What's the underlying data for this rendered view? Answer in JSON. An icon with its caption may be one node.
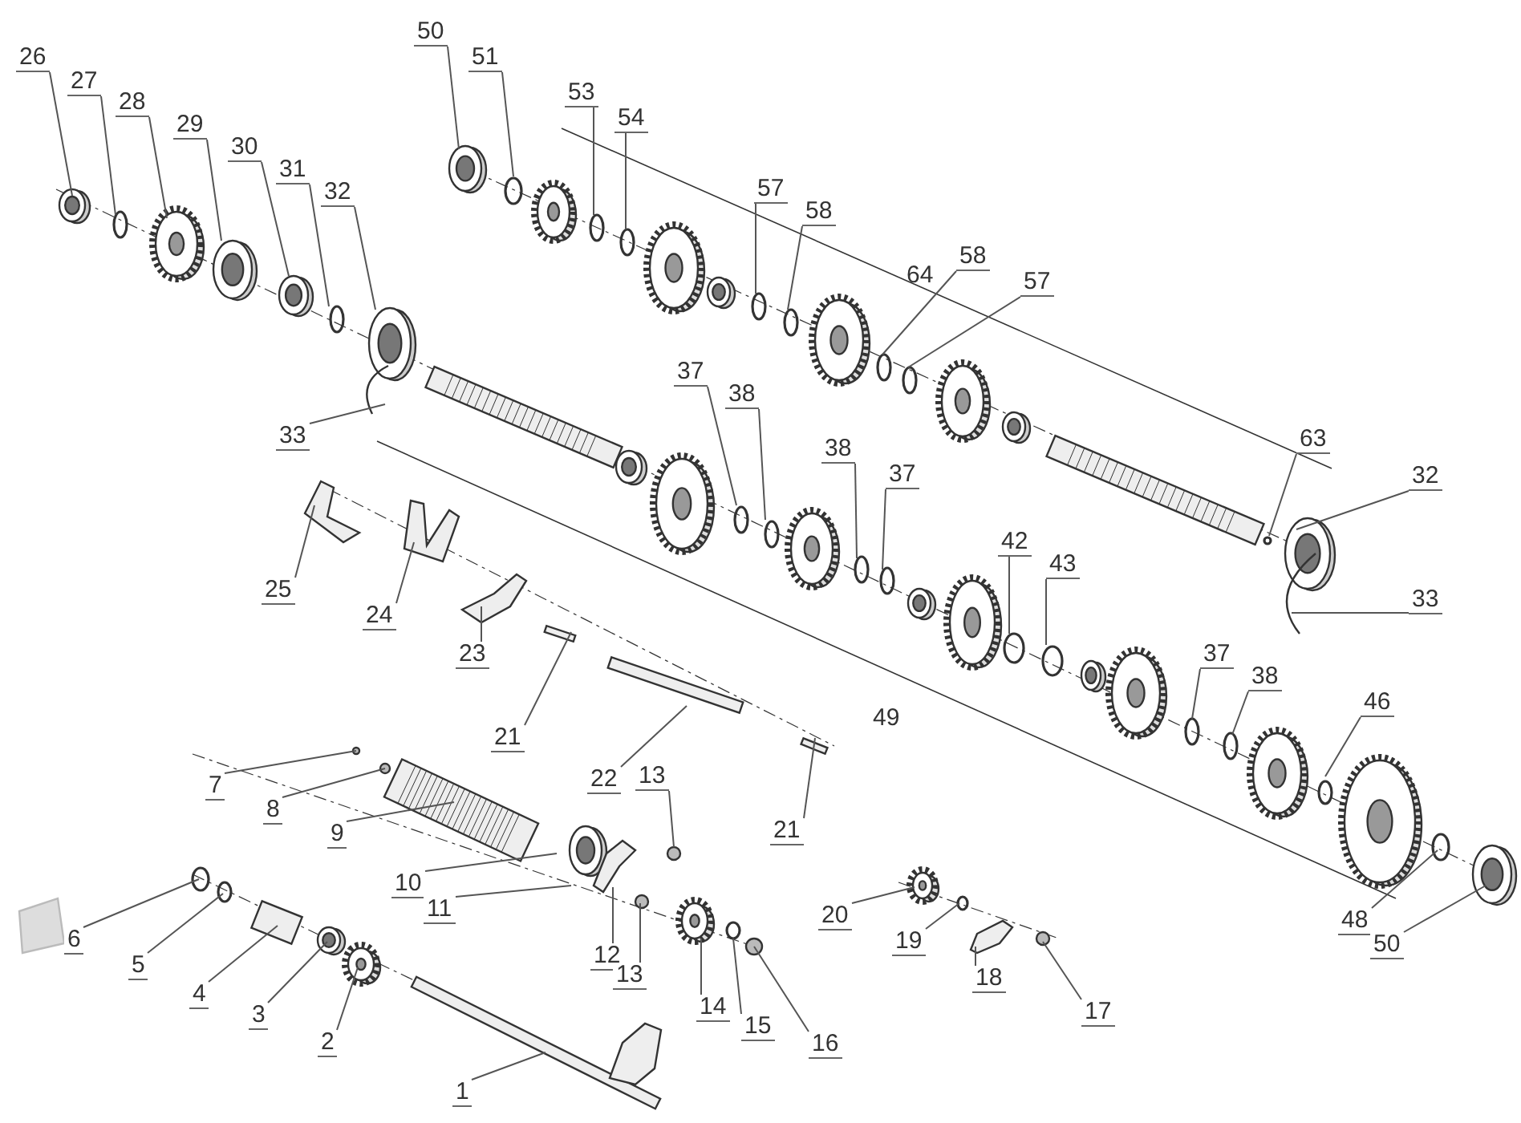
{
  "diagram": {
    "nodes": [
      {
        "text": [
          "26"
        ]
      },
      {
        "text": [
          "27"
        ]
      },
      {
        "text": [
          "28"
        ]
      },
      {
        "text": [
          "29"
        ]
      },
      {
        "text": [
          "30"
        ]
      },
      {
        "text": [
          "31"
        ]
      },
      {
        "text": [
          "32"
        ]
      },
      {
        "text": [
          "50"
        ]
      },
      {
        "text": [
          "51"
        ]
      },
      {
        "text": [
          "53"
        ]
      },
      {
        "text": [
          "54"
        ]
      },
      {
        "text": [
          "57"
        ]
      },
      {
        "text": [
          "58"
        ]
      },
      {
        "text": [
          "58"
        ]
      },
      {
        "text": [
          "57"
        ]
      },
      {
        "text": [
          "37"
        ]
      },
      {
        "text": [
          "38"
        ]
      },
      {
        "text": [
          "33"
        ]
      },
      {
        "text": [
          "38"
        ]
      },
      {
        "text": [
          "37"
        ]
      },
      {
        "text": [
          "63"
        ]
      },
      {
        "text": [
          "32"
        ]
      },
      {
        "text": [
          "42"
        ]
      },
      {
        "text": [
          "43"
        ]
      },
      {
        "text": [
          "25"
        ]
      },
      {
        "text": [
          "24"
        ]
      },
      {
        "text": [
          "33"
        ]
      },
      {
        "text": [
          "23"
        ]
      },
      {
        "text": [
          "37"
        ]
      },
      {
        "text": [
          "21"
        ]
      },
      {
        "text": [
          "38"
        ]
      },
      {
        "text": [
          "46"
        ]
      },
      {
        "text": [
          "22"
        ]
      },
      {
        "text": [
          "7"
        ]
      },
      {
        "text": [
          "8"
        ]
      },
      {
        "text": [
          "13"
        ]
      },
      {
        "text": [
          "21"
        ]
      },
      {
        "text": [
          "9"
        ]
      },
      {
        "text": [
          "10"
        ]
      },
      {
        "text": [
          "11"
        ]
      },
      {
        "text": [
          "20"
        ]
      },
      {
        "text": [
          "48"
        ]
      },
      {
        "text": [
          "6"
        ]
      },
      {
        "text": [
          "19"
        ]
      },
      {
        "text": [
          "12"
        ]
      },
      {
        "text": [
          "50"
        ]
      },
      {
        "text": [
          "5"
        ]
      },
      {
        "text": [
          "13"
        ]
      },
      {
        "text": [
          "18"
        ]
      },
      {
        "text": [
          "4"
        ]
      },
      {
        "text": [
          "14"
        ]
      },
      {
        "text": [
          "3"
        ]
      },
      {
        "text": [
          "15"
        ]
      },
      {
        "text": [
          "17"
        ]
      },
      {
        "text": [
          "2"
        ]
      },
      {
        "text": [
          "16"
        ]
      },
      {
        "text": [
          "1"
        ]
      }
    ],
    "edges": [
      {
        "from": 0,
        "to": null,
        "arrow": "none"
      },
      {
        "from": 1,
        "to": null,
        "arrow": "none"
      },
      {
        "from": 2,
        "to": null,
        "arrow": "none"
      },
      {
        "from": 3,
        "to": null,
        "arrow": "none"
      },
      {
        "from": 4,
        "to": null,
        "arrow": "none"
      },
      {
        "from": 5,
        "to": null,
        "arrow": "none"
      },
      {
        "from": 6,
        "to": null,
        "arrow": "none"
      },
      {
        "from": 7,
        "to": null,
        "arrow": "none"
      },
      {
        "from": 8,
        "to": null,
        "arrow": "none"
      },
      {
        "from": 9,
        "to": null,
        "arrow": "none"
      },
      {
        "from": 10,
        "to": null,
        "arrow": "none"
      },
      {
        "from": 11,
        "to": null,
        "arrow": "none"
      },
      {
        "from": 12,
        "to": null,
        "arrow": "none"
      },
      {
        "from": 13,
        "to": null,
        "arrow": "none"
      },
      {
        "from": 14,
        "to": null,
        "arrow": "none"
      },
      {
        "from": 15,
        "to": null,
        "arrow": "none"
      },
      {
        "from": 16,
        "to": null,
        "arrow": "none"
      },
      {
        "from": 17,
        "to": null,
        "arrow": "none"
      },
      {
        "from": 18,
        "to": null,
        "arrow": "none"
      },
      {
        "from": 19,
        "to": null,
        "arrow": "none"
      },
      {
        "from": 20,
        "to": null,
        "arrow": "none"
      },
      {
        "from": 21,
        "to": null,
        "arrow": "none"
      },
      {
        "from": 22,
        "to": null,
        "arrow": "none"
      },
      {
        "from": 23,
        "to": null,
        "arrow": "none"
      },
      {
        "from": 24,
        "to": null,
        "arrow": "none"
      },
      {
        "from": 25,
        "to": null,
        "arrow": "none"
      },
      {
        "from": 26,
        "to": null,
        "arrow": "none"
      },
      {
        "from": 27,
        "to": null,
        "arrow": "none"
      },
      {
        "from": 28,
        "to": null,
        "arrow": "none"
      },
      {
        "from": 29,
        "to": null,
        "arrow": "none"
      },
      {
        "from": 30,
        "to": null,
        "arrow": "none"
      },
      {
        "from": 31,
        "to": null,
        "arrow": "none"
      },
      {
        "from": 32,
        "to": null,
        "arrow": "none"
      },
      {
        "from": 33,
        "to": null,
        "arrow": "none"
      },
      {
        "from": 34,
        "to": null,
        "arrow": "none"
      },
      {
        "from": 35,
        "to": null,
        "arrow": "none"
      },
      {
        "from": 36,
        "to": null,
        "arrow": "none"
      },
      {
        "from": 37,
        "to": null,
        "arrow": "none"
      },
      {
        "from": 38,
        "to": null,
        "arrow": "none"
      },
      {
        "from": 39,
        "to": null,
        "arrow": "none"
      },
      {
        "from": 40,
        "to": null,
        "arrow": "none"
      },
      {
        "from": 41,
        "to": null,
        "arrow": "none"
      },
      {
        "from": 42,
        "to": null,
        "arrow": "none"
      },
      {
        "from": 43,
        "to": null,
        "arrow": "none"
      },
      {
        "from": 44,
        "to": null,
        "arrow": "none"
      },
      {
        "from": 45,
        "to": null,
        "arrow": "none"
      },
      {
        "from": 46,
        "to": null,
        "arrow": "none"
      },
      {
        "from": 47,
        "to": null,
        "arrow": "none"
      },
      {
        "from": 48,
        "to": null,
        "arrow": "none"
      },
      {
        "from": 49,
        "to": null,
        "arrow": "none"
      },
      {
        "from": 50,
        "to": null,
        "arrow": "none"
      },
      {
        "from": 51,
        "to": null,
        "arrow": "none"
      },
      {
        "from": 52,
        "to": null,
        "arrow": "none"
      },
      {
        "from": 53,
        "to": null,
        "arrow": "none"
      },
      {
        "from": 54,
        "to": null,
        "arrow": "none"
      },
      {
        "from": 55,
        "to": null,
        "arrow": "none"
      },
      {
        "from": 56,
        "to": null,
        "arrow": "none"
      }
    ],
    "labels": [
      "64",
      "49"
    ]
  }
}
